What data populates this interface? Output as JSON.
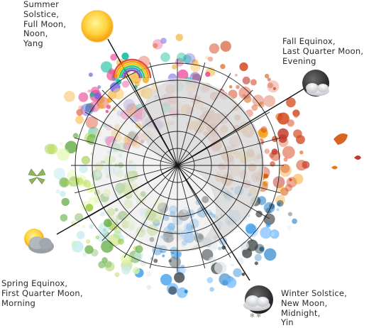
{
  "labels": {
    "summer": [
      "Summer",
      "Solstice,",
      "Full Moon,",
      "Noon,",
      "Yang"
    ],
    "fall": [
      "Fall Equinox,",
      "Last Quarter Moon,",
      "Evening"
    ],
    "spring": [
      "Spring Equinox,",
      "First Quarter Moon,",
      "Morning"
    ],
    "winter": [
      "Winter Solstice,",
      "New Moon,",
      "Midnight,",
      "Yin"
    ]
  },
  "icons": {
    "summer": "sun-icon",
    "fall": "moon-cloud-icon",
    "spring": "sun-cloud-icon",
    "winter": "snow-cloud-icon"
  },
  "colors": {
    "summer": "#f2a20f",
    "fall": "#d2451a",
    "spring": "#9cc742",
    "winter": "#3d8fd0",
    "grid": "#222222",
    "yinyang": "#cfcfcf"
  }
}
